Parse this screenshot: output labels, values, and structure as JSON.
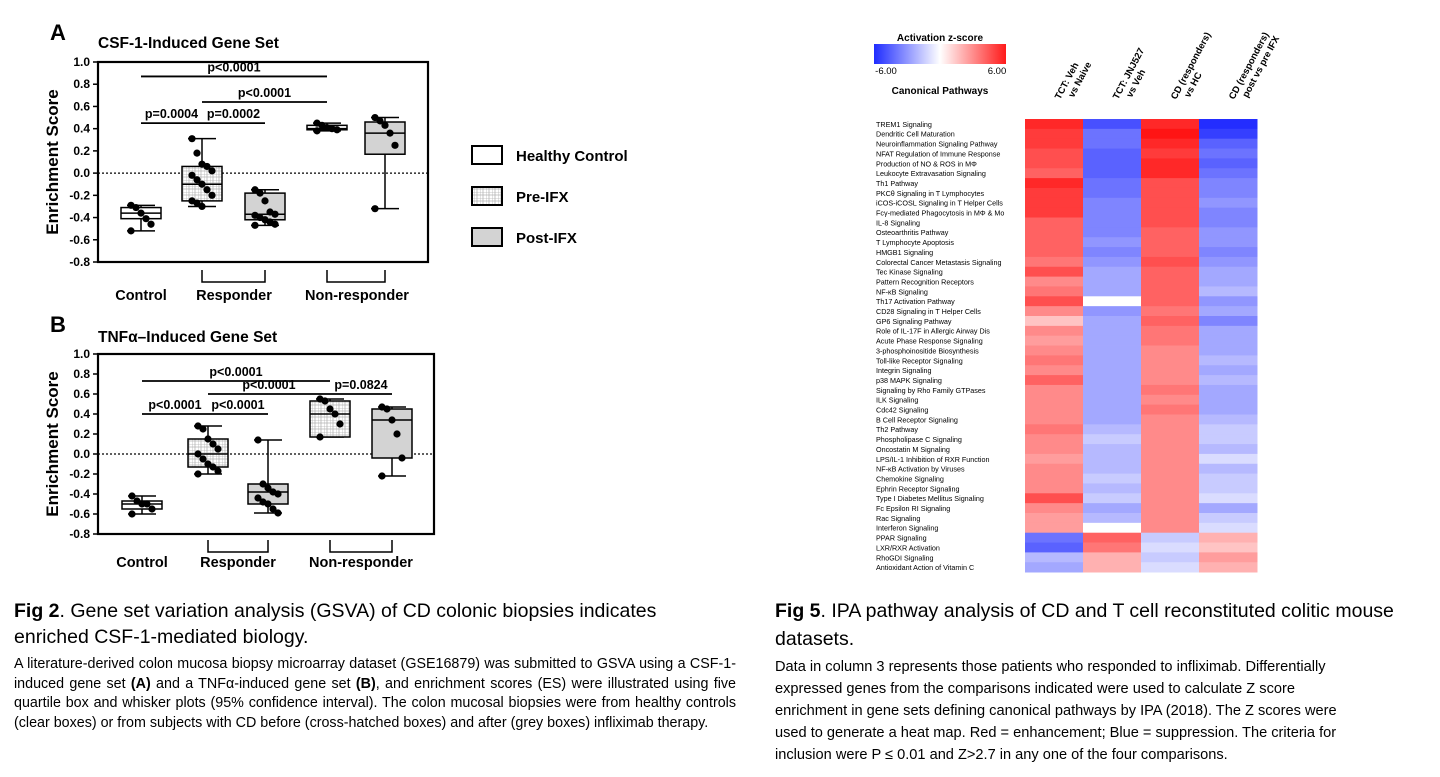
{
  "fig2": {
    "panels": [
      {
        "letter": "A",
        "title": "CSF-1-Induced Gene Set",
        "ylabel": "Enrichment Score",
        "yticks": [
          "1.0",
          "0.8",
          "0.6",
          "0.4",
          "0.2",
          "0.0",
          "-0.2",
          "-0.4",
          "-0.6",
          "-0.8"
        ],
        "groups": [
          "Control",
          "Responder",
          "Non-responder"
        ],
        "pvalues": [
          "p<0.0001",
          "p<0.0001",
          "p=0.0004",
          "p=0.0002"
        ]
      },
      {
        "letter": "B",
        "title": "TNFα–Induced Gene Set",
        "ylabel": "Enrichment Score",
        "yticks": [
          "1.0",
          "0.8",
          "0.6",
          "0.4",
          "0.2",
          "0.0",
          "-0.2",
          "-0.4",
          "-0.6",
          "-0.8"
        ],
        "groups": [
          "Control",
          "Responder",
          "Non-responder"
        ],
        "pvalues": [
          "p<0.0001",
          "p<0.0001",
          "p=0.0824",
          "p<0.0001",
          "p<0.0001"
        ]
      }
    ],
    "legend": [
      "Healthy Control",
      "Pre-IFX",
      "Post-IFX"
    ],
    "caption_label": "Fig 2",
    "caption_title": ". Gene set variation analysis (GSVA) of CD colonic biopsies indicates enriched CSF-1-mediated biology.",
    "caption_body": {
      "p1": "A literature-derived colon mucosa biopsy microarray dataset (GSE16879) was submitted to GSVA using a CSF-1-induced gene set ",
      "bA": "(A)",
      "p2": " and a TNFα-induced gene set ",
      "bB": "(B)",
      "p3": ", and enrichment scores (ES) were illustrated using five quartile box and whisker plots (95% confidence interval). The colon mucosal biopsies were from healthy controls (clear boxes) or from subjects with CD before (cross-hatched boxes) and after (grey boxes) infliximab therapy."
    }
  },
  "chart_data": [
    {
      "type": "box",
      "title": "CSF-1-Induced Gene Set",
      "ylabel": "Enrichment Score",
      "ylim": [
        -0.8,
        1.0
      ],
      "boxes": [
        {
          "name": "Healthy Control",
          "group": "Control",
          "fill": "clear",
          "min": -0.52,
          "q1": -0.41,
          "median": -0.36,
          "q3": -0.31,
          "max": -0.29,
          "points": [
            -0.29,
            -0.31,
            -0.36,
            -0.41,
            -0.46,
            -0.52
          ]
        },
        {
          "name": "Pre-IFX",
          "group": "Responder",
          "fill": "hatched",
          "min": -0.3,
          "q1": -0.25,
          "median": -0.1,
          "q3": 0.06,
          "max": 0.31,
          "points": [
            0.31,
            0.18,
            0.08,
            0.06,
            0.02,
            -0.02,
            -0.06,
            -0.1,
            -0.15,
            -0.2,
            -0.25,
            -0.27,
            -0.3
          ]
        },
        {
          "name": "Post-IFX",
          "group": "Responder",
          "fill": "grey",
          "min": -0.47,
          "q1": -0.42,
          "median": -0.37,
          "q3": -0.18,
          "max": -0.15,
          "points": [
            -0.15,
            -0.18,
            -0.25,
            -0.35,
            -0.37,
            -0.38,
            -0.4,
            -0.42,
            -0.44,
            -0.46,
            -0.47
          ]
        },
        {
          "name": "Healthy Control",
          "group": "Non-responder",
          "fill": "clear",
          "min": 0.38,
          "q1": 0.39,
          "median": 0.4,
          "q3": 0.43,
          "max": 0.45,
          "points": [
            0.45,
            0.43,
            0.41,
            0.4,
            0.39,
            0.38
          ]
        },
        {
          "name": "Post-IFX",
          "group": "Non-responder",
          "fill": "grey",
          "min": -0.32,
          "q1": 0.17,
          "median": 0.36,
          "q3": 0.46,
          "max": 0.5,
          "points": [
            0.5,
            0.47,
            0.43,
            0.36,
            0.25,
            -0.32
          ]
        }
      ],
      "comparisons": [
        {
          "label": "p<0.0001",
          "from": 0,
          "to": 3,
          "y": 0.87
        },
        {
          "label": "p<0.0001",
          "from": 1,
          "to": 3,
          "y": 0.64
        },
        {
          "label": "p=0.0004",
          "from": 0,
          "to": 1,
          "y": 0.45
        },
        {
          "label": "p=0.0002",
          "from": 1,
          "to": 2,
          "y": 0.45
        }
      ]
    },
    {
      "type": "box",
      "title": "TNFα–Induced Gene Set",
      "ylabel": "Enrichment Score",
      "ylim": [
        -0.8,
        1.0
      ],
      "boxes": [
        {
          "name": "Healthy Control",
          "group": "Control",
          "fill": "clear",
          "min": -0.6,
          "q1": -0.55,
          "median": -0.5,
          "q3": -0.47,
          "max": -0.42,
          "points": [
            -0.42,
            -0.47,
            -0.5,
            -0.5,
            -0.55,
            -0.6
          ]
        },
        {
          "name": "Pre-IFX",
          "group": "Responder",
          "fill": "hatched",
          "min": -0.2,
          "q1": -0.13,
          "median": 0.0,
          "q3": 0.15,
          "max": 0.28,
          "points": [
            0.28,
            0.25,
            0.15,
            0.1,
            0.05,
            0.0,
            -0.05,
            -0.1,
            -0.13,
            -0.17,
            -0.2
          ]
        },
        {
          "name": "Post-IFX",
          "group": "Responder",
          "fill": "grey",
          "min": -0.59,
          "q1": -0.5,
          "median": -0.38,
          "q3": -0.3,
          "max": 0.14,
          "points": [
            0.14,
            -0.3,
            -0.34,
            -0.38,
            -0.4,
            -0.44,
            -0.48,
            -0.5,
            -0.55,
            -0.59
          ]
        },
        {
          "name": "Pre-IFX",
          "group": "Non-responder",
          "fill": "hatched",
          "min": 0.17,
          "q1": 0.17,
          "median": 0.4,
          "q3": 0.53,
          "max": 0.55,
          "points": [
            0.55,
            0.53,
            0.45,
            0.4,
            0.3,
            0.17
          ]
        },
        {
          "name": "Post-IFX",
          "group": "Non-responder",
          "fill": "grey",
          "min": -0.22,
          "q1": -0.04,
          "median": 0.34,
          "q3": 0.45,
          "max": 0.47,
          "points": [
            0.47,
            0.45,
            0.34,
            0.2,
            -0.04,
            -0.22
          ]
        }
      ],
      "comparisons": [
        {
          "label": "p<0.0001",
          "from": 0,
          "to": 3,
          "y": 0.73
        },
        {
          "label": "p<0.0001",
          "from": 1,
          "to": 3,
          "y": 0.6
        },
        {
          "label": "p=0.0824",
          "from": 3,
          "to": 4,
          "y": 0.6
        },
        {
          "label": "p<0.0001",
          "from": 0,
          "to": 1,
          "y": 0.4
        },
        {
          "label": "p<0.0001",
          "from": 1,
          "to": 2,
          "y": 0.4
        }
      ]
    },
    {
      "type": "heatmap",
      "colorbar_title": "Activation z-score",
      "colorbar_min": "-6.00",
      "colorbar_max": "6.00",
      "row_header": "Canonical Pathways",
      "columns": [
        "TCT: Veh vs Naive",
        "TCT: JNJ527 vs Veh",
        "CD (responders) vs HC",
        "CD (responders) post vs pre IFX"
      ],
      "rows": [
        "TREM1 Signaling",
        "Dendritic Cell Maturation",
        "Neuroinflammation Signaling Pathway",
        "NFAT Regulation of Immune Response",
        "Production of NO & ROS in MΦ",
        "Leukocyte Extravasation Signaling",
        "Th1 Pathway",
        "PKCθ Signaling in T Lymphocytes",
        "iCOS-iCOSL Signaling in T Helper Cells",
        "Fcγ-mediated Phagocytosis in MΦ & Mo",
        "IL-8 Signaling",
        "Osteoarthritis Pathway",
        "T Lymphocyte Apoptosis",
        "HMGB1 Signaling",
        "Colorectal Cancer Metastasis Signaling",
        "Tec Kinase Signaling",
        "Pattern Recognition Receptors",
        "NF-κB Signaling",
        "Th17 Activation Pathway",
        "CD28 Signaling in T Helper Cells",
        "GP6 Signaling Pathway",
        "Role of IL-17F in Allergic Airway Dis",
        "Acute Phase Response Signaling",
        "3-phosphoinositide Biosynthesis",
        "Toll-like Receptor Signaling",
        "Integrin Signaling",
        "p38 MAPK Signaling",
        "Signaling by Rho Family GTPases",
        "ILK Signaling",
        "Cdc42 Signaling",
        "B Cell Receptor Signaling",
        "Th2 Pathway",
        "Phospholipase C Signaling",
        "Oncostatin M Signaling",
        "LPS/IL-1 Inhibition of RXR Function",
        "NF-κB Activation by Viruses",
        "Chemokine Signaling",
        "Ephrin Receptor Signaling",
        "Type I Diabetes Mellitus Signaling",
        "Fc Epsilon RI Signaling",
        "Rac Signaling",
        "Interferon Signaling",
        "PPAR Signaling",
        "LXR/RXR Activation",
        "RhoGDI Signaling",
        "Antioxidant Action of Vitamin C"
      ],
      "values": [
        [
          5.5,
          -5.0,
          5.5,
          -6.0
        ],
        [
          5.0,
          -4.0,
          6.0,
          -5.5
        ],
        [
          5.0,
          -4.0,
          5.5,
          -4.5
        ],
        [
          4.5,
          -4.5,
          5.0,
          -4.0
        ],
        [
          4.5,
          -4.5,
          5.5,
          -4.5
        ],
        [
          4.0,
          -4.5,
          5.5,
          -4.0
        ],
        [
          5.5,
          -4.0,
          4.5,
          -3.5
        ],
        [
          5.0,
          -4.0,
          4.5,
          -3.5
        ],
        [
          5.0,
          -3.5,
          4.5,
          -3.0
        ],
        [
          5.0,
          -3.5,
          4.5,
          -3.5
        ],
        [
          4.0,
          -3.5,
          4.5,
          -3.5
        ],
        [
          4.0,
          -3.5,
          4.0,
          -3.0
        ],
        [
          4.0,
          -3.0,
          4.0,
          -3.0
        ],
        [
          4.0,
          -3.5,
          4.0,
          -3.5
        ],
        [
          3.5,
          -3.0,
          4.5,
          -3.0
        ],
        [
          4.5,
          -2.5,
          4.0,
          -2.5
        ],
        [
          3.0,
          -2.5,
          4.0,
          -2.5
        ],
        [
          3.5,
          -2.5,
          4.0,
          -2.0
        ],
        [
          4.5,
          0.0,
          4.0,
          -3.0
        ],
        [
          3.0,
          -3.0,
          3.5,
          -2.5
        ],
        [
          1.5,
          -2.5,
          4.0,
          -3.5
        ],
        [
          3.0,
          -2.5,
          3.5,
          -2.5
        ],
        [
          2.5,
          -2.5,
          3.5,
          -2.5
        ],
        [
          3.0,
          -2.5,
          3.0,
          -2.5
        ],
        [
          3.5,
          -2.5,
          3.0,
          -2.0
        ],
        [
          3.0,
          -2.5,
          3.0,
          -2.5
        ],
        [
          4.0,
          -2.5,
          3.0,
          -2.0
        ],
        [
          3.0,
          -2.5,
          3.5,
          -2.5
        ],
        [
          3.0,
          -2.5,
          3.0,
          -2.5
        ],
        [
          3.0,
          -2.5,
          3.5,
          -2.5
        ],
        [
          3.0,
          -2.5,
          3.0,
          -2.0
        ],
        [
          3.5,
          -2.0,
          3.0,
          -1.5
        ],
        [
          3.0,
          -1.5,
          3.0,
          -1.5
        ],
        [
          3.0,
          -2.0,
          3.0,
          -2.0
        ],
        [
          2.5,
          -2.0,
          3.0,
          -1.0
        ],
        [
          3.0,
          -2.0,
          3.0,
          -2.0
        ],
        [
          3.0,
          -1.5,
          3.0,
          -1.5
        ],
        [
          3.0,
          -2.0,
          3.0,
          -1.5
        ],
        [
          4.5,
          -1.5,
          3.0,
          -1.0
        ],
        [
          3.0,
          -2.5,
          3.0,
          -2.5
        ],
        [
          2.5,
          -2.0,
          3.0,
          -1.5
        ],
        [
          2.5,
          0.0,
          3.0,
          -1.0
        ],
        [
          -4.0,
          4.0,
          -1.5,
          2.0
        ],
        [
          -4.5,
          3.5,
          -1.0,
          1.5
        ],
        [
          -2.0,
          2.0,
          -1.5,
          2.5
        ],
        [
          -2.5,
          2.0,
          -1.0,
          2.0
        ]
      ]
    }
  ],
  "fig5": {
    "caption_label": "Fig 5",
    "caption_title": ". IPA pathway analysis of CD and T cell reconstituted colitic mouse datasets.",
    "caption_lines": [
      "Data in column 3 represents those patients who responded to infliximab. Differentially",
      "expressed genes from the comparisons indicated were used to calculate Z score",
      "enrichment in gene sets defining canonical pathways by IPA (2018). The Z scores were",
      "used to generate a heat map. Red = enhancement; Blue = suppression. The criteria for",
      "inclusion were P ≤ 0.01 and Z>2.7 in any one of the four comparisons."
    ]
  }
}
